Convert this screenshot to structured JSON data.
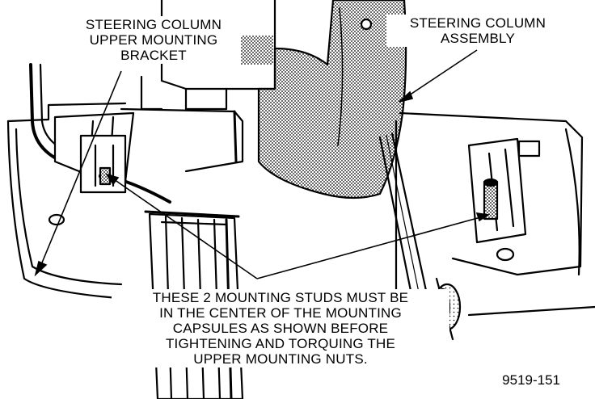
{
  "labels": {
    "bracket": {
      "line1": "STEERING COLUMN",
      "line2": "UPPER MOUNTING",
      "line3": "BRACKET"
    },
    "assembly": {
      "line1": "STEERING COLUMN",
      "line2": "ASSEMBLY"
    },
    "note": {
      "line1": "THESE 2 MOUNTING STUDS MUST BE",
      "line2": "IN THE CENTER OF THE MOUNTING",
      "line3": "CAPSULES AS SHOWN BEFORE",
      "line4": "TIGHTENING AND TORQUING THE",
      "line5": "UPPER MOUNTING NUTS."
    }
  },
  "figure_id": "9519-151",
  "colors": {
    "ink": "#000000",
    "paper": "#ffffff",
    "shade": "#8a8a8a"
  }
}
